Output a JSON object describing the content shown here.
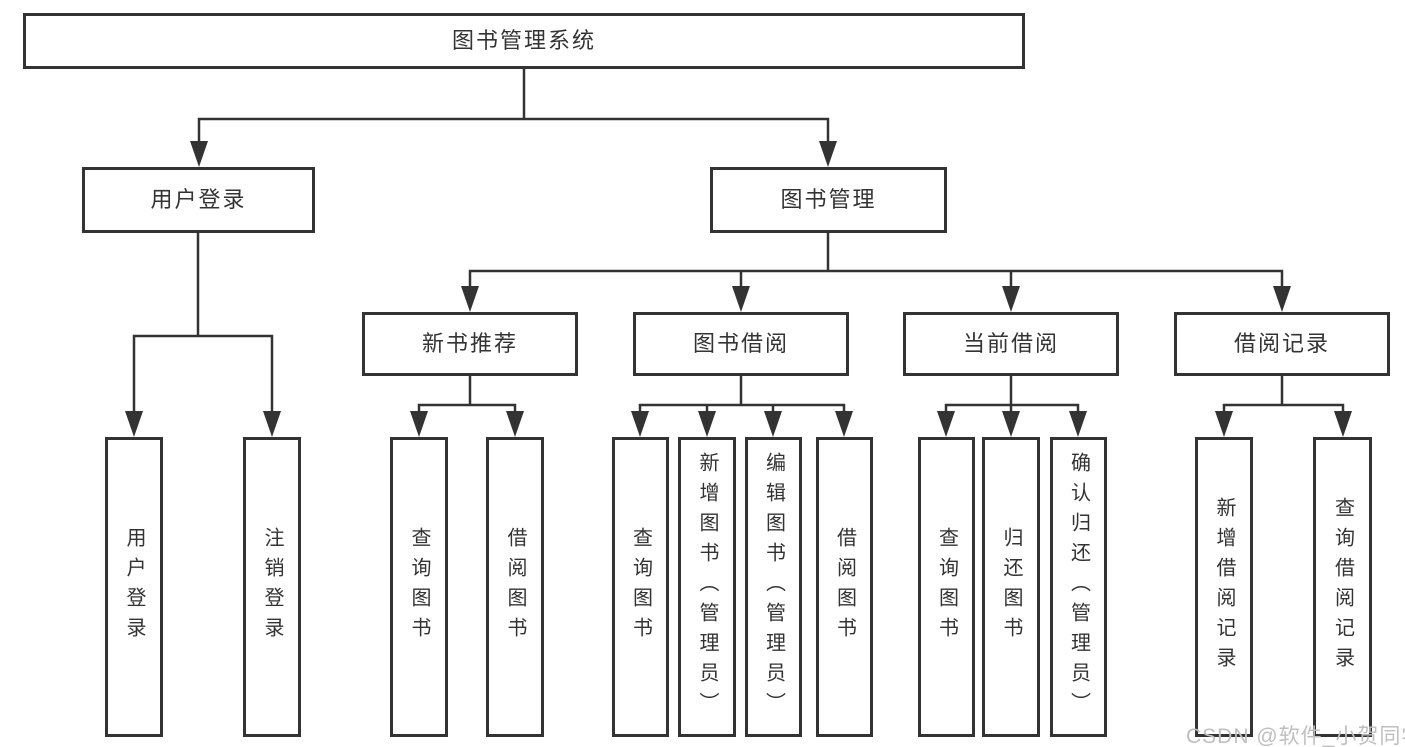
{
  "tree": {
    "root": {
      "label": "图书管理系统"
    },
    "branches": [
      {
        "label": "用户登录",
        "leaves": [
          {
            "label": "用户登录"
          },
          {
            "label": "注销登录"
          }
        ]
      },
      {
        "label": "图书管理",
        "modules": [
          {
            "label": "新书推荐",
            "leaves": [
              {
                "label": "查询图书"
              },
              {
                "label": "借阅图书"
              }
            ]
          },
          {
            "label": "图书借阅",
            "leaves": [
              {
                "label": "查询图书"
              },
              {
                "label": "新增图书（管理员）"
              },
              {
                "label": "编辑图书（管理员）"
              },
              {
                "label": "借阅图书"
              }
            ]
          },
          {
            "label": "当前借阅",
            "leaves": [
              {
                "label": "查询图书"
              },
              {
                "label": "归还图书"
              },
              {
                "label": "确认归还（管理员）"
              }
            ]
          },
          {
            "label": "借阅记录",
            "leaves": [
              {
                "label": "新增借阅记录"
              },
              {
                "label": "查询借阅记录"
              }
            ]
          }
        ]
      }
    ]
  },
  "watermark": "CSDN @软件_小贺同学",
  "colors": {
    "line": "#333333",
    "box_border": "#333333",
    "text": "#333333",
    "box_background": "#ffffff",
    "page_background": "#ffffff",
    "watermark": "#bfbfbf"
  }
}
